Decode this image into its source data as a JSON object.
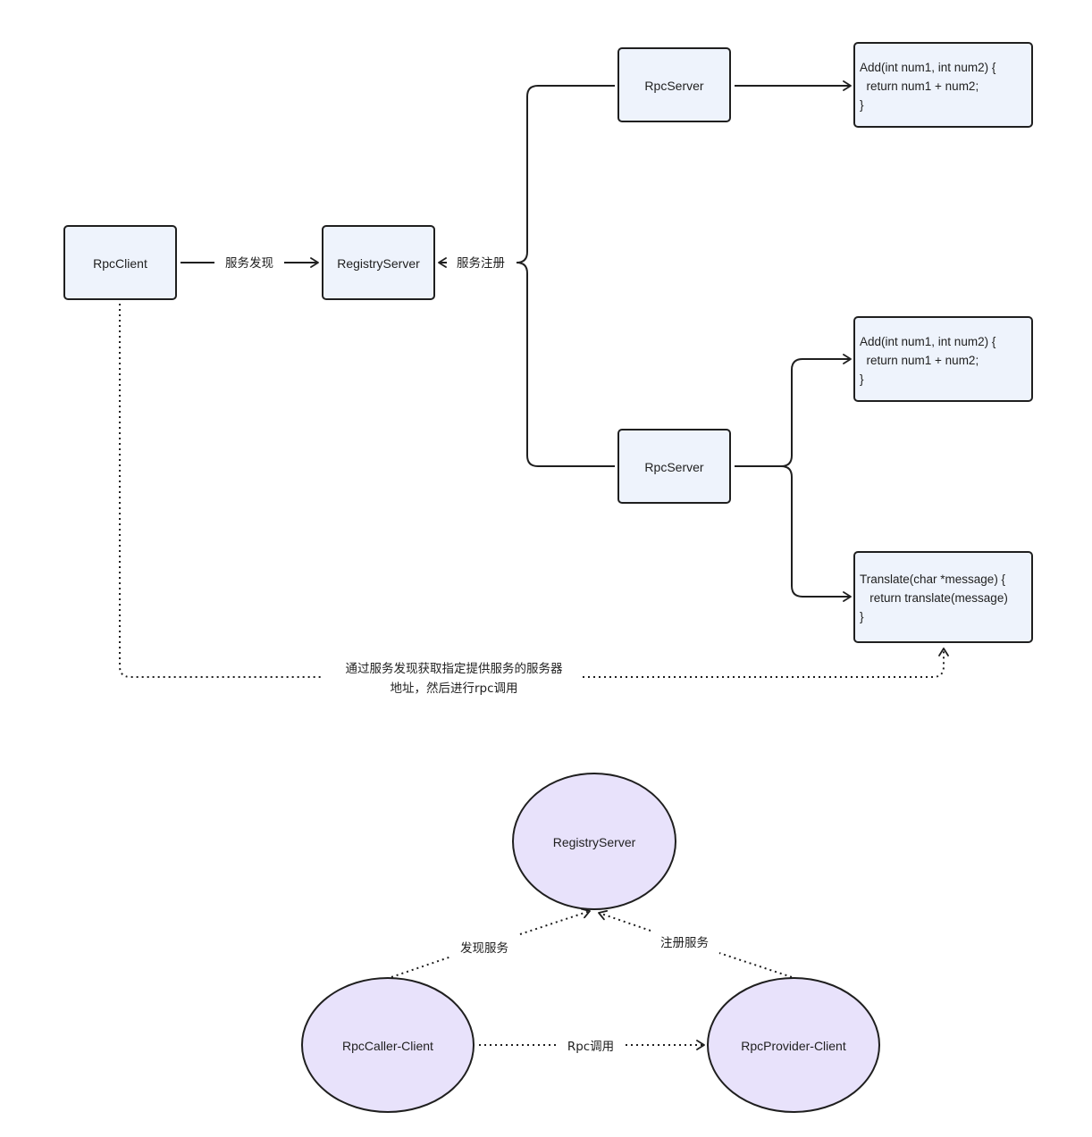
{
  "top": {
    "rpc_client": "RpcClient",
    "registry_server": "RegistryServer",
    "rpc_server_1": "RpcServer",
    "rpc_server_2": "RpcServer",
    "code_add_1": [
      "Add(int num1, int num2) {",
      "  return num1 + num2;",
      "}"
    ],
    "code_add_2": [
      "Add(int num1, int num2) {",
      "  return num1 + num2;",
      "}"
    ],
    "code_translate": [
      "Translate(char *message) {",
      "   return translate(message)",
      "}"
    ],
    "edge_discover": "服务发现",
    "edge_register": "服务注册",
    "edge_call_line1": "通过服务发现获取指定提供服务的服务器",
    "edge_call_line2": "地址，然后进行rpc调用"
  },
  "bottom": {
    "registry_server": "RegistryServer",
    "caller_client": "RpcCaller-Client",
    "provider_client": "RpcProvider-Client",
    "edge_discover": "发现服务",
    "edge_register": "注册服务",
    "edge_call": "Rpc调用"
  },
  "colors": {
    "box_fill": "#eef3fc",
    "ellipse_fill": "#e8e2fb",
    "stroke": "#1f1f1f"
  }
}
